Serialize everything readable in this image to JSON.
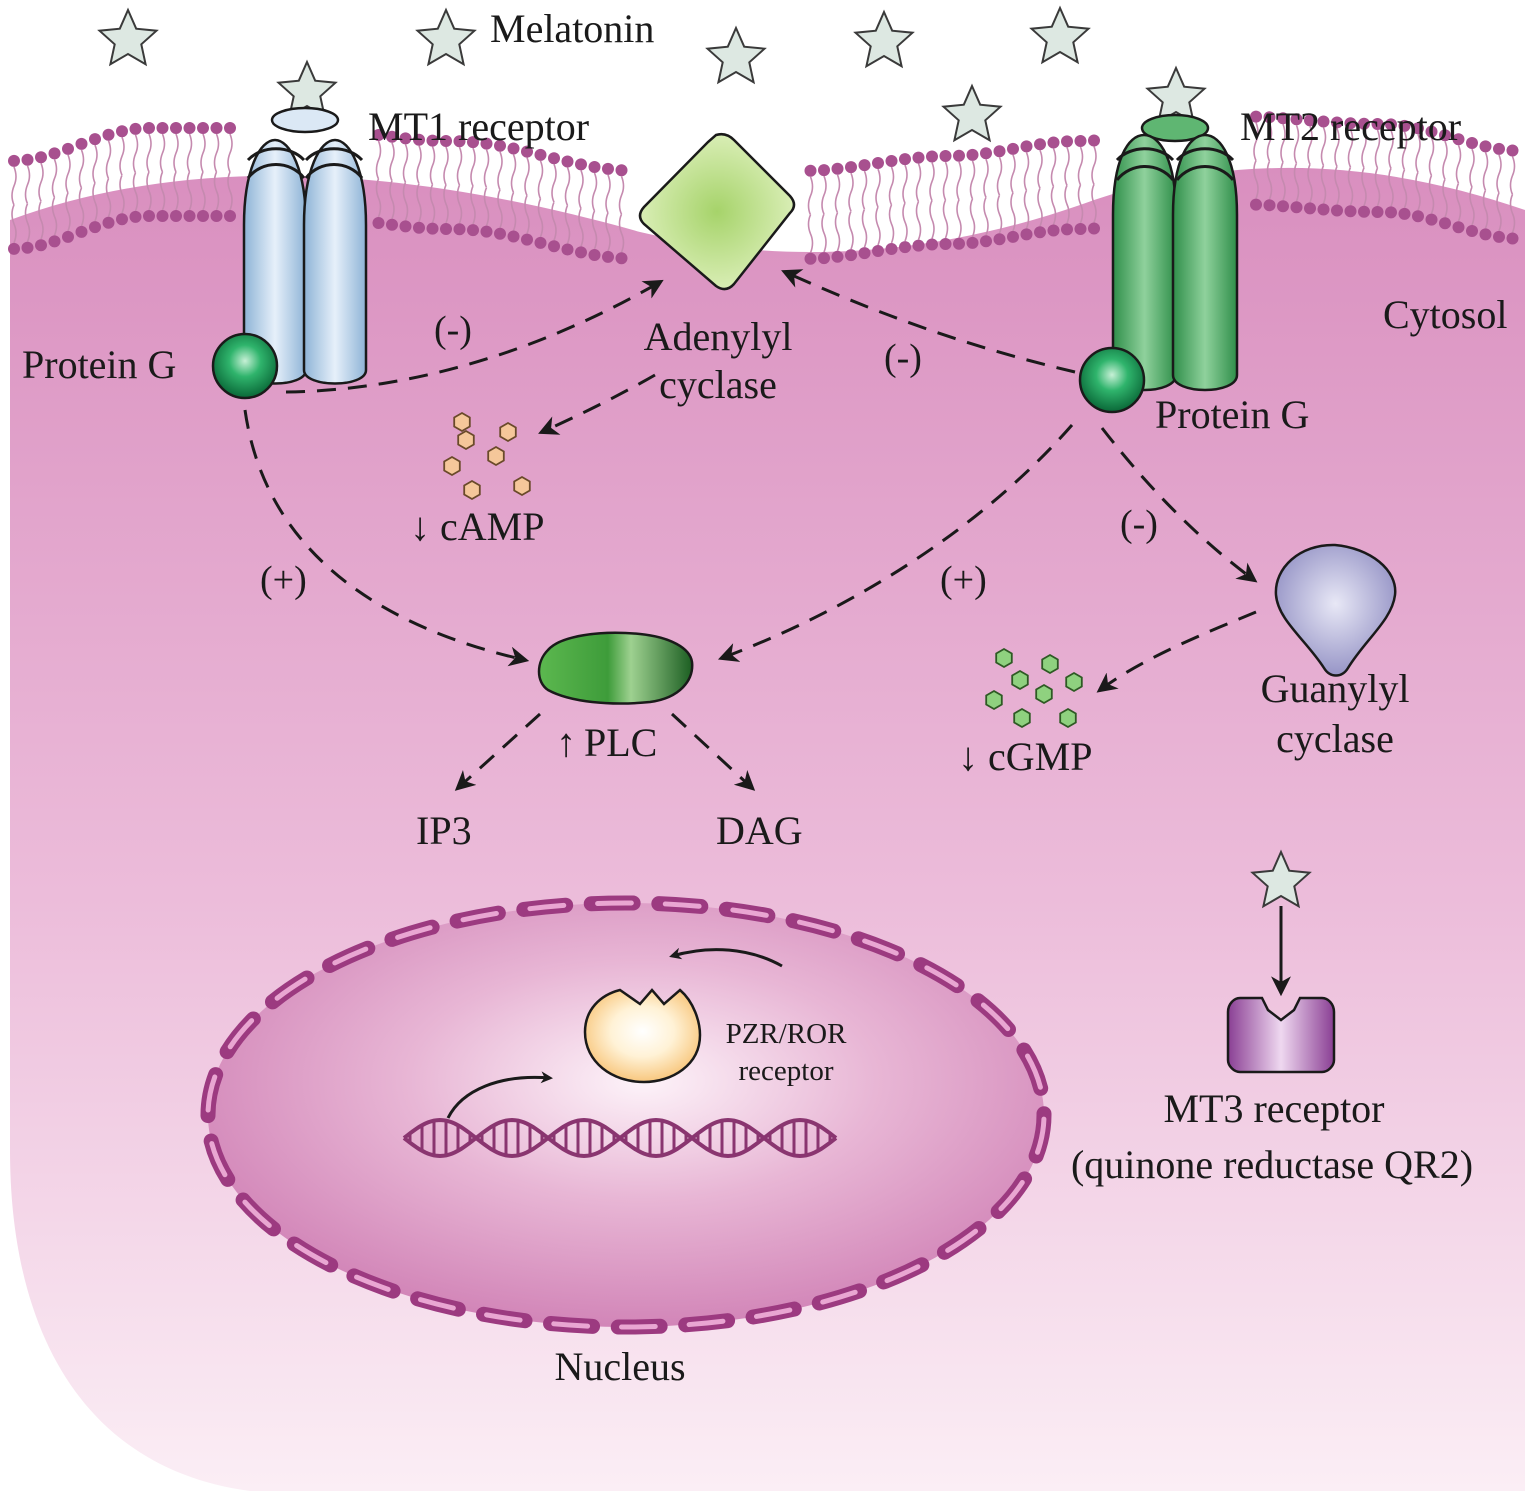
{
  "labels": {
    "melatonin": "Melatonin",
    "mt1_receptor": "MT1 receptor",
    "mt2_receptor": "MT2 receptor",
    "cytosol": "Cytosol",
    "protein_g_left": "Protein G",
    "protein_g_right": "Protein G",
    "adenylyl_cyclase_line1": "Adenylyl",
    "adenylyl_cyclase_line2": "cyclase",
    "camp": "cAMP",
    "plc": "PLC",
    "ip3": "IP3",
    "dag": "DAG",
    "cgmp": "cGMP",
    "guanylyl_cyclase_line1": "Guanylyl",
    "guanylyl_cyclase_line2": "cyclase",
    "pzr_ror_line1": "PZR/ROR",
    "pzr_ror_line2": "receptor",
    "mt3_line1": "MT3 receptor",
    "mt3_line2": "(quinone reductase QR2)",
    "nucleus": "Nucleus",
    "down_arrow": "↓",
    "up_arrow": "↑"
  },
  "signs": {
    "mt1_to_ac": "(-)",
    "mt2_to_ac": "(-)",
    "mt1_to_plc": "(+)",
    "mt2_to_plc": "(+)",
    "mt2_to_gc": "(-)"
  },
  "colors": {
    "cytosol": "#d98fbf",
    "membrane_head": "#a8508f",
    "star_fill": "#dde8e2",
    "mt1_receptor": "#a8c4e0",
    "mt2_receptor": "#4fa865",
    "protein_g": "#1d9e5a",
    "adenylyl_cyclase": "#c6e09a",
    "camp_molecule": "#f5c79a",
    "plc": "#3a9a3a",
    "cgmp_molecule": "#8fd17f",
    "guanylyl_cyclase": "#a9a8d4",
    "nucleus": "#d07cb4",
    "nuclear_envelope": "#9c3a80",
    "pzr_ror_receptor": "#fbd89a",
    "mt3_receptor": "#9a4aa0",
    "dna": "#8a3570"
  }
}
